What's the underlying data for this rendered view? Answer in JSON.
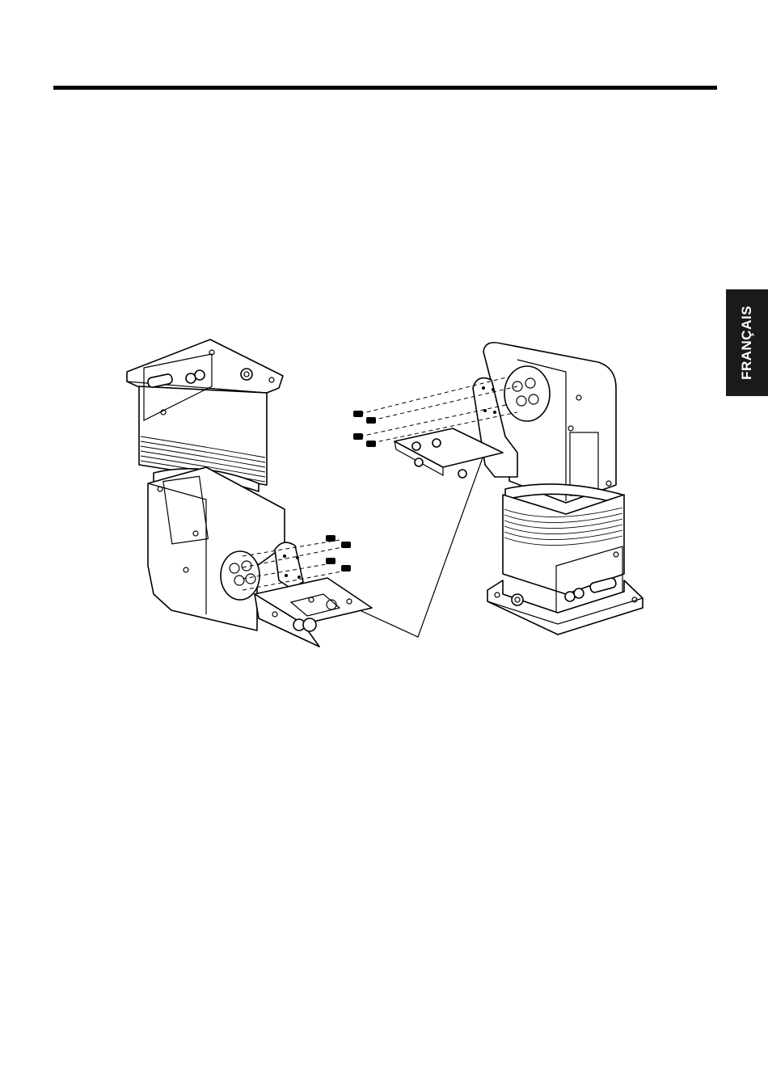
{
  "page": {
    "language_tab": "FRANÇAIS"
  },
  "illustration": {
    "left_unit": "ceiling-mount-camera-unit",
    "right_unit": "floor-mount-camera-unit",
    "screws_per_bracket": 4
  }
}
